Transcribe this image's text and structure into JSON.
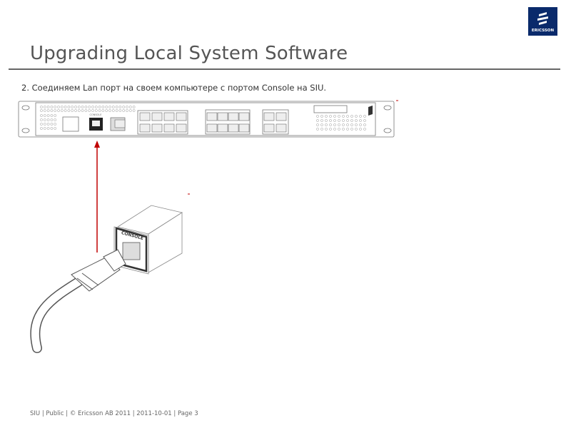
{
  "slide": {
    "title": "Upgrading Local System Software",
    "step_text": "2. Соединяем Lan порт на своем компьютере с портом Console на SIU.",
    "footer": "SIU  |  Public   | © Ericsson AB 2011  | 2011-10-01  |  Page 3"
  },
  "logo": {
    "text": "ERICSSON",
    "color": "#0a2a6b"
  },
  "device": {
    "console_port_label": "CONSOLE",
    "cube_label": "CONSOLE"
  },
  "colors": {
    "arrow": "#c00000",
    "title": "#555555"
  }
}
